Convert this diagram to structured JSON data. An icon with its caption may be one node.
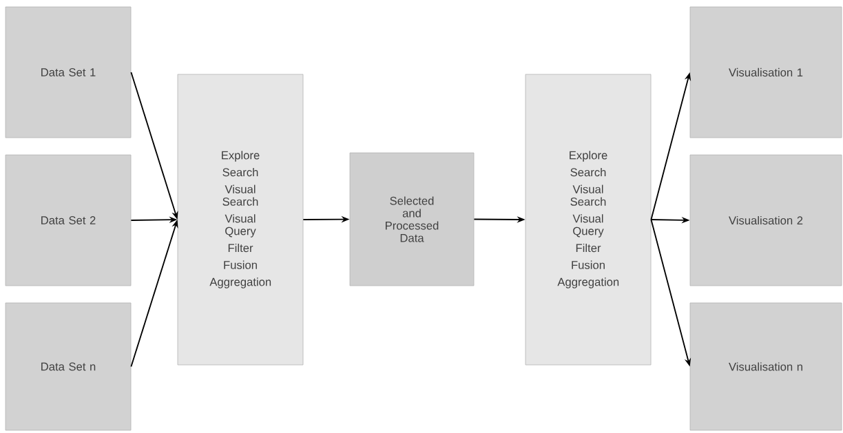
{
  "diagram": {
    "nodes": [
      {
        "text": [
          "Data Set 1"
        ]
      },
      {
        "text": [
          "Data Set 2"
        ]
      },
      {
        "text": [
          "Data Set n"
        ]
      },
      {
        "text": [
          "Explore",
          "Search",
          "Visual Search",
          "Visual Query",
          "Filter",
          "Fusion",
          "Aggregation"
        ]
      },
      {
        "text": [
          "Selected and Processed Data"
        ]
      },
      {
        "text": [
          "Explore",
          "Search",
          "Visual Search",
          "Visual Query",
          "Filter",
          "Fusion",
          "Aggregation"
        ]
      },
      {
        "text": [
          "Visualisation 1"
        ]
      },
      {
        "text": [
          "Visualisation 2"
        ]
      },
      {
        "text": [
          "Visualisation n"
        ]
      }
    ],
    "edges": [
      {
        "from": 0,
        "to": 3,
        "arrow": "to"
      },
      {
        "from": 1,
        "to": 3,
        "arrow": "to"
      },
      {
        "from": 2,
        "to": 3,
        "arrow": "to"
      },
      {
        "from": 3,
        "to": 4,
        "arrow": "to"
      },
      {
        "from": 4,
        "to": 5,
        "arrow": "to"
      },
      {
        "from": 5,
        "to": 6,
        "arrow": "to"
      },
      {
        "from": 5,
        "to": 7,
        "arrow": "to"
      },
      {
        "from": 5,
        "to": 8,
        "arrow": "to"
      }
    ]
  }
}
